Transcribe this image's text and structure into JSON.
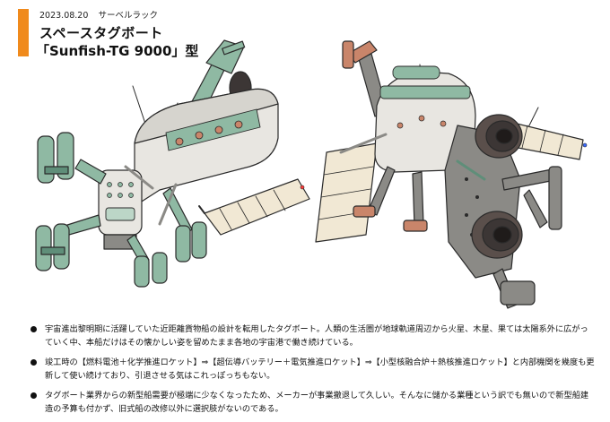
{
  "header": {
    "date": "2023.08.20",
    "author": "サーベルラック",
    "title_line1": "スペースタグボート",
    "title_line2": "「Sunfish-TG 9000」型",
    "accent_color": "#f08a1c"
  },
  "notes": [
    "宇宙進出黎明期に活躍していた近距離貨物船の設計を転用したタグボート。人類の生活圏が地球軌道周辺から火星、木星、果ては太陽系外に広がっていく中、本船だけはその懐かしい姿を留めたまま各地の宇宙港で働き続けている。",
    "竣工時の【燃料電池＋化学推進ロケット】⇒【超伝導バッテリー＋電気推進ロケット】⇒【小型核融合炉＋熱核推進ロケット】と内部機関を幾度も更新して使い続けており、引退させる気はこれっぽっちもない。",
    "タグボート業界からの新型船需要が極端に少なくなったため、メーカーが事業撤退して久しい。そんなに儲かる業種という訳でも無いので新型船建造の予算も付かず、旧式船の改修以外に選択肢がないのである。"
  ],
  "palette": {
    "hull": "#e8e6e1",
    "frame": "#8fb9a3",
    "frame_dark": "#5f8e79",
    "mech": "#8b8a86",
    "copper": "#c9856a",
    "panel": "#f1e8d4",
    "engine": "#3c3635",
    "ink": "#2a2a2a"
  }
}
